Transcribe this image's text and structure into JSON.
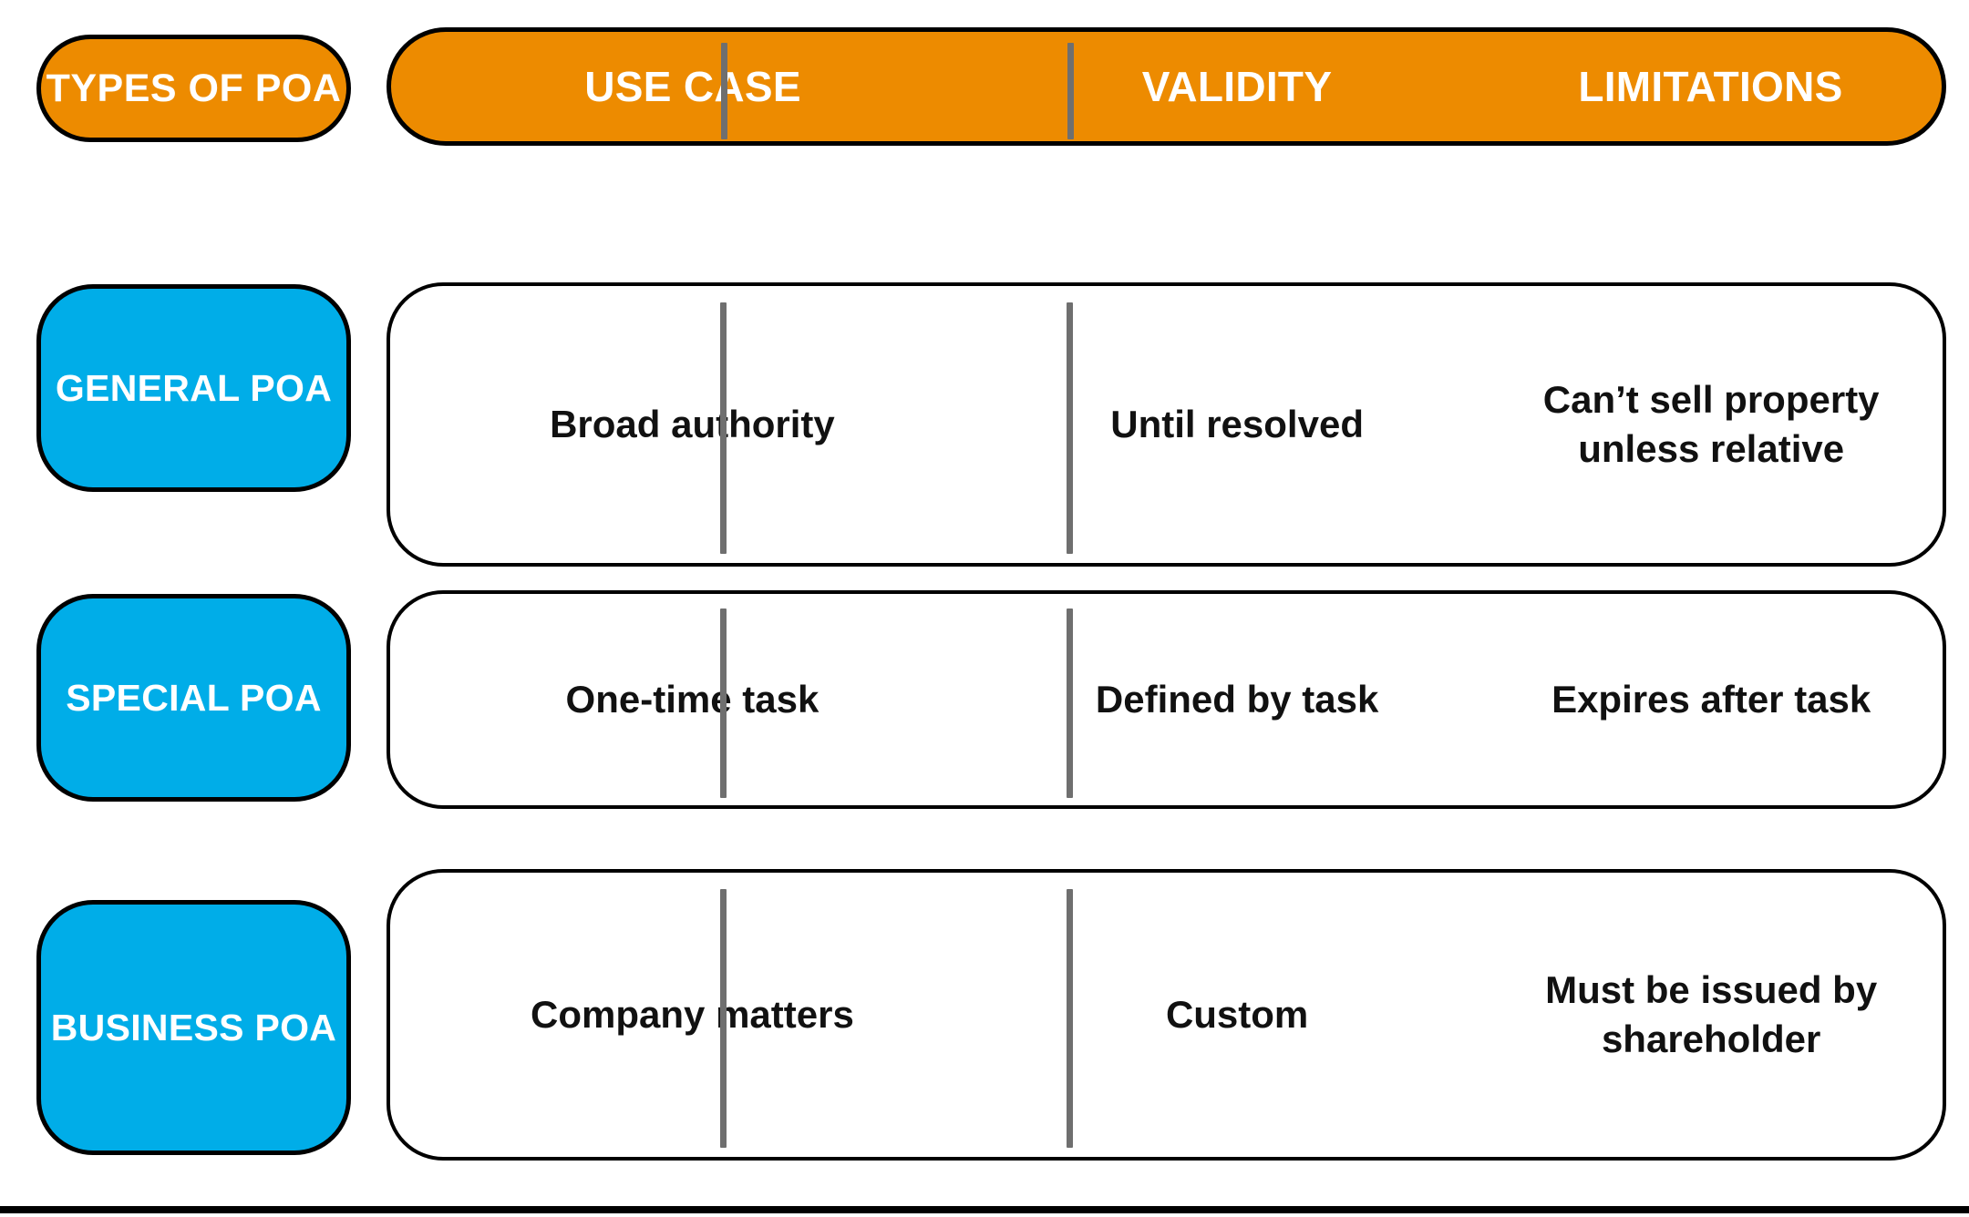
{
  "colors": {
    "orange": "#ED8B00",
    "blue": "#00ADE8",
    "divider": "#6f6f6f",
    "border": "#000000",
    "text_dark": "#111111",
    "text_light": "#ffffff",
    "background": "#ffffff"
  },
  "left_header": {
    "label": "TYPES OF POA"
  },
  "column_headers": [
    {
      "label": "USE CASE"
    },
    {
      "label": "VALIDITY"
    },
    {
      "label": "LIMITATIONS"
    }
  ],
  "rows": [
    {
      "type_label": "GENERAL POA",
      "use_case": "Broad authority",
      "validity": "Until resolved",
      "limitations": "Can’t sell property unless relative"
    },
    {
      "type_label": "SPECIAL POA",
      "use_case": "One-time task",
      "validity": "Defined by task",
      "limitations": "Expires after task"
    },
    {
      "type_label": "BUSINESS POA",
      "use_case": "Company matters",
      "validity": "Custom",
      "limitations": "Must be issued by shareholder"
    }
  ]
}
